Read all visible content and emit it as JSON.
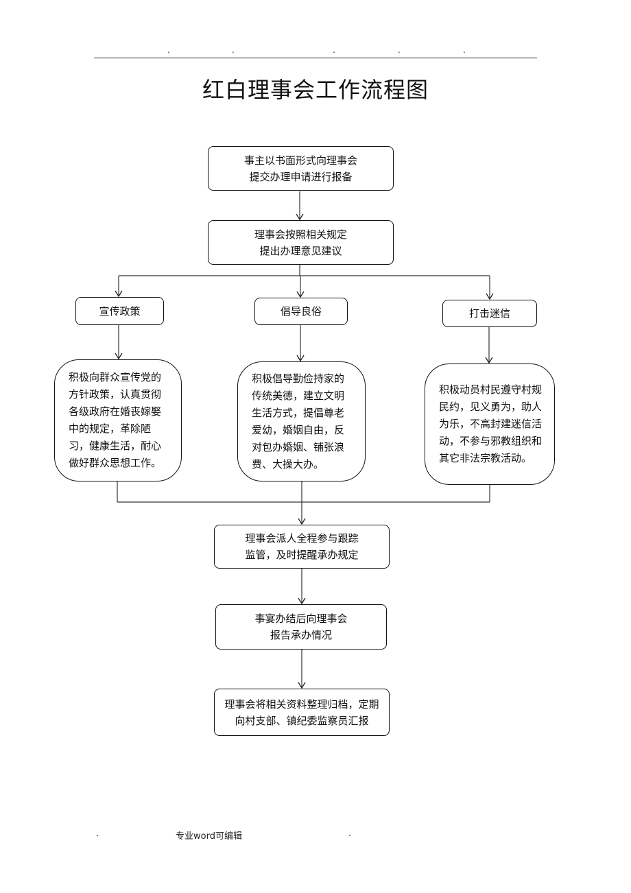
{
  "header": {
    "dots": [
      ".",
      ".",
      ".",
      ".",
      "."
    ]
  },
  "title": "红白理事会工作流程图",
  "steps": {
    "submit": "事主以书面形式向理事会\n提交办理申请进行报备",
    "opinion": "理事会按照相关规定\n提出办理意见建议",
    "policy": "宣传政策",
    "customs": "倡导良俗",
    "superstition": "打击迷信",
    "policy_detail": "积极向群众宣传党的方针政策，认真贯彻各级政府在婚丧嫁娶中的规定，革除陋习，健康生活，耐心做好群众思想工作。",
    "customs_detail": "积极倡导勤俭持家的传统美德，建立文明生活方式，提倡尊老爱幼，婚姻自由，反对包办婚姻、铺张浪费、大操大办。",
    "superstition_detail": "积极动员村民遵守村规民约，见义勇为，助人为乐，不高封建迷信活动，不参与邪教组织和其它非法宗教活动。",
    "supervise": "理事会派人全程参与跟踪\n监管，及时提醒承办规定",
    "report": "事宴办结后向理事会\n报告承办情况",
    "archive": "理事会将相关资料整理归档，定期\n向村支部、镇纪委监察员汇报"
  },
  "footer": {
    "left_dot": ".",
    "text": "专业word可编辑",
    "right_dot": "."
  }
}
